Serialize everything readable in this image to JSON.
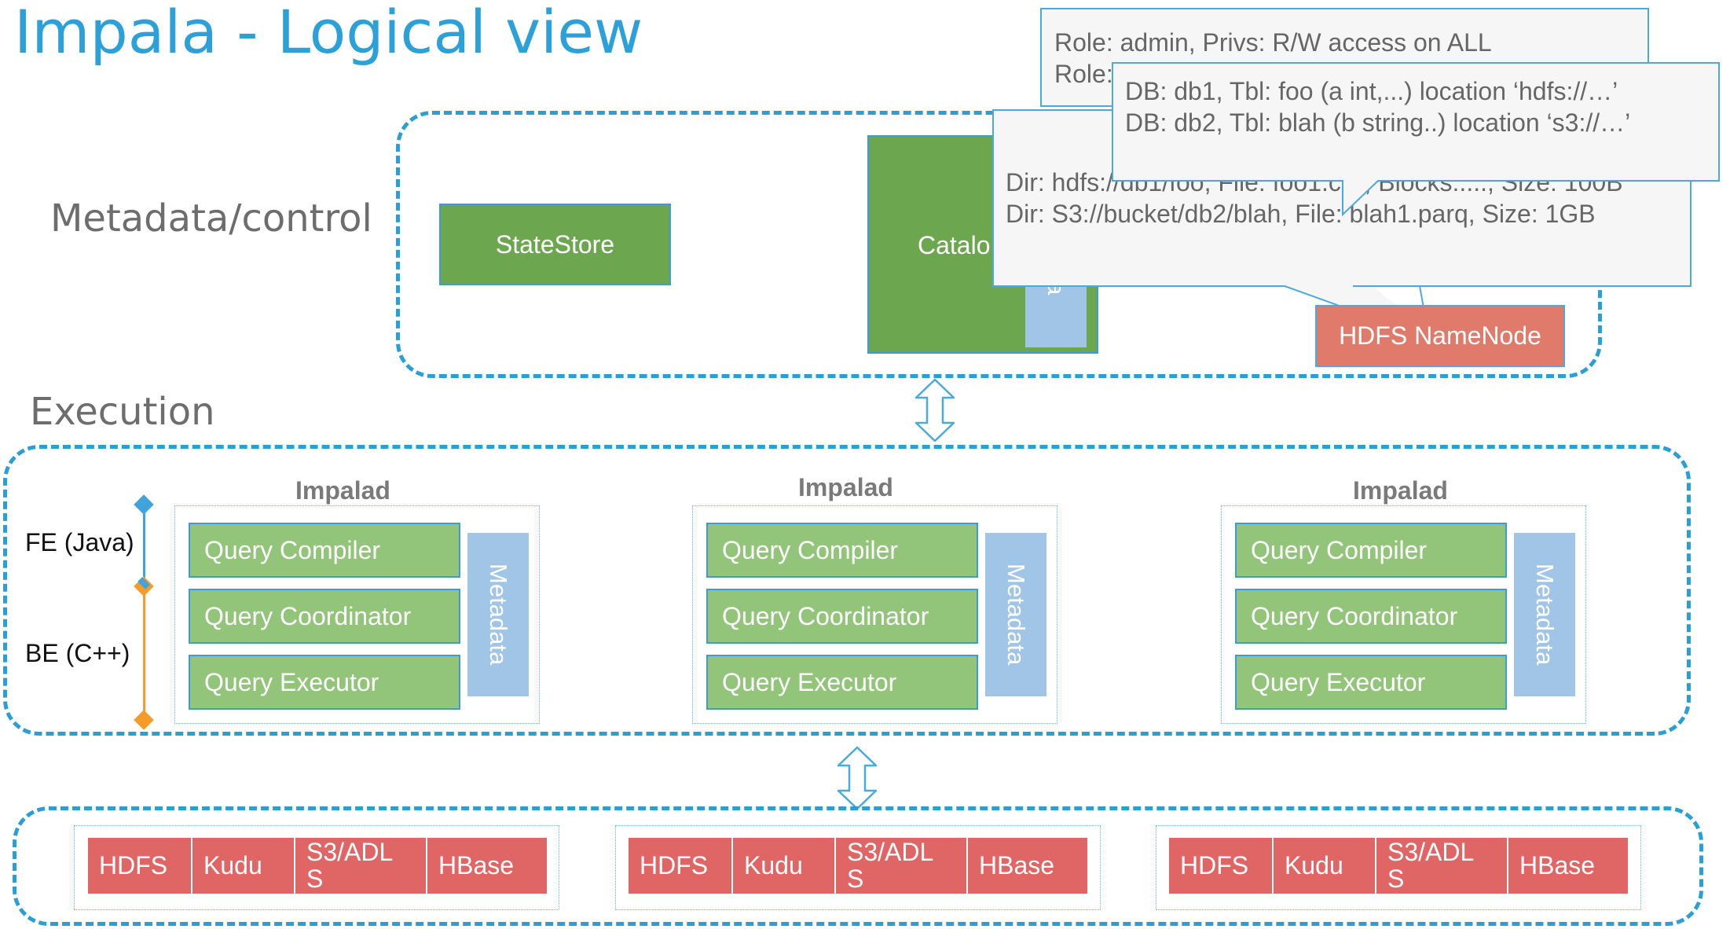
{
  "title": "Impala - Logical view",
  "sections": {
    "metadata": "Metadata/control",
    "execution": "Execution"
  },
  "metadata_control": {
    "statestore": "StateStore",
    "catalog": "Catalo",
    "catalog_meta": "a",
    "hdfs_namenode": "HDFS NameNode"
  },
  "callouts": {
    "sentry_line1": "Role: admin, Privs: R/W access on ALL",
    "sentry_line2": "Role:",
    "hms_line1": "DB: db1, Tbl: foo (a int,...) location ‘hdfs://…’",
    "hms_line2": "DB: db2, Tbl: blah (b string..) location ‘s3://…’",
    "nn_line1": "Dir: hdfs://db1/foo, File: foo1.csv, Blocks:...., Size: 100B",
    "nn_line2": "Dir: S3://bucket/db2/blah, File: blah1.parq, Size: 1GB"
  },
  "layers": {
    "fe": "FE (Java)",
    "be": "BE (C++)"
  },
  "impalads": [
    {
      "label": "Impalad",
      "compiler": "Query Compiler",
      "coordinator": "Query Coordinator",
      "executor": "Query Executor",
      "metadata": "Metadata"
    },
    {
      "label": "Impalad",
      "compiler": "Query Compiler",
      "coordinator": "Query Coordinator",
      "executor": "Query Executor",
      "metadata": "Metadata"
    },
    {
      "label": "Impalad",
      "compiler": "Query Compiler",
      "coordinator": "Query Coordinator",
      "executor": "Query Executor",
      "metadata": "Metadata"
    }
  ],
  "storage_groups": [
    {
      "hdfs": "HDFS",
      "kudu": "Kudu",
      "s3_line1": "S3/ADL",
      "s3_line2": "S",
      "hbase": "HBase"
    },
    {
      "hdfs": "HDFS",
      "kudu": "Kudu",
      "s3_line1": "S3/ADL",
      "s3_line2": "S",
      "hbase": "HBase"
    },
    {
      "hdfs": "HDFS",
      "kudu": "Kudu",
      "s3_line1": "S3/ADL",
      "s3_line2": "S",
      "hbase": "HBase"
    }
  ],
  "colors": {
    "title": "#2ca0d8",
    "dashed_border": "#2a9fd6",
    "green_dark": "#6ca74f",
    "green_light": "#92c47a",
    "metadata_blue": "#a0c5e7",
    "storage_red": "#e06666",
    "namenode_red": "#e07b6b",
    "fe_marker": "#3fa3dc",
    "be_marker": "#f59b28"
  }
}
